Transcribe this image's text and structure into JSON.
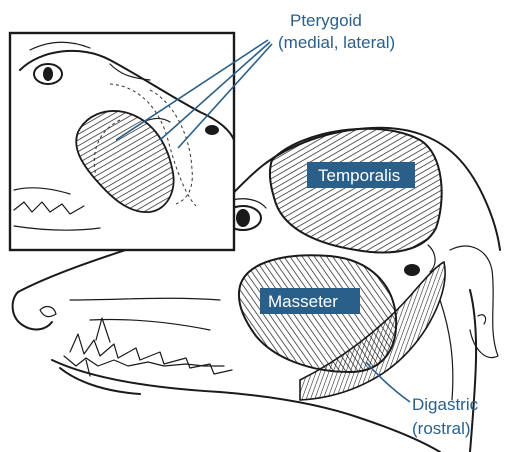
{
  "labels": {
    "pterygoid_line1": "Pterygoid",
    "pterygoid_line2": "(medial, lateral)",
    "temporalis": "Temporalis",
    "masseter": "Masseter",
    "digastric_line1": "Digastric",
    "digastric_line2": "(rostral)"
  },
  "colors": {
    "label_text": "#2a5f8a",
    "label_box": "#2a5f8a",
    "ink": "#1a1a1a"
  }
}
